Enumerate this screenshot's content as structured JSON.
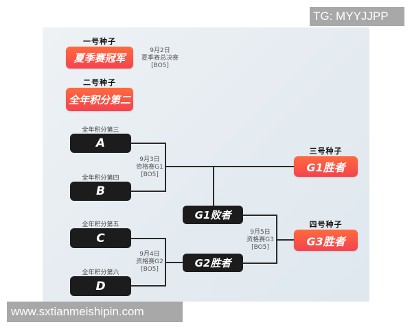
{
  "watermarks": {
    "top_right": "TG: MYYJJPP",
    "bottom_left": "www.sxtianmeishipin.com"
  },
  "colors": {
    "seed_box_gradient_top": "#ff6a3d",
    "seed_box_gradient_bottom": "#f4434f",
    "team_box": "#1c1c1c",
    "connector": "#2a2a2a",
    "background": "#e6ecf1"
  },
  "seeds": [
    {
      "label": "一号种子",
      "box": "夏季赛冠军"
    },
    {
      "label": "二号种子",
      "box": "全年积分第二"
    },
    {
      "label": "三号种子",
      "box": "G1胜者"
    },
    {
      "label": "四号种子",
      "box": "G3胜者"
    }
  ],
  "finals_info": {
    "date": "9月2日",
    "name": "夏季赛总决赛",
    "format": "[BO5]"
  },
  "teams": [
    {
      "rank": "全年积分第三",
      "name": "A"
    },
    {
      "rank": "全年积分第四",
      "name": "B"
    },
    {
      "rank": "全年积分第五",
      "name": "C"
    },
    {
      "rank": "全年积分第六",
      "name": "D"
    }
  ],
  "matches": {
    "g1": {
      "date": "9月3日",
      "name": "资格赛G1",
      "format": "[BO5]"
    },
    "g2": {
      "date": "9月4日",
      "name": "资格赛G2",
      "format": "[BO5]"
    },
    "g3": {
      "date": "9月5日",
      "name": "资格赛G3",
      "format": "[BO5]"
    }
  },
  "intermediate": {
    "g1_loser": "G1败者",
    "g2_winner": "G2胜者"
  }
}
